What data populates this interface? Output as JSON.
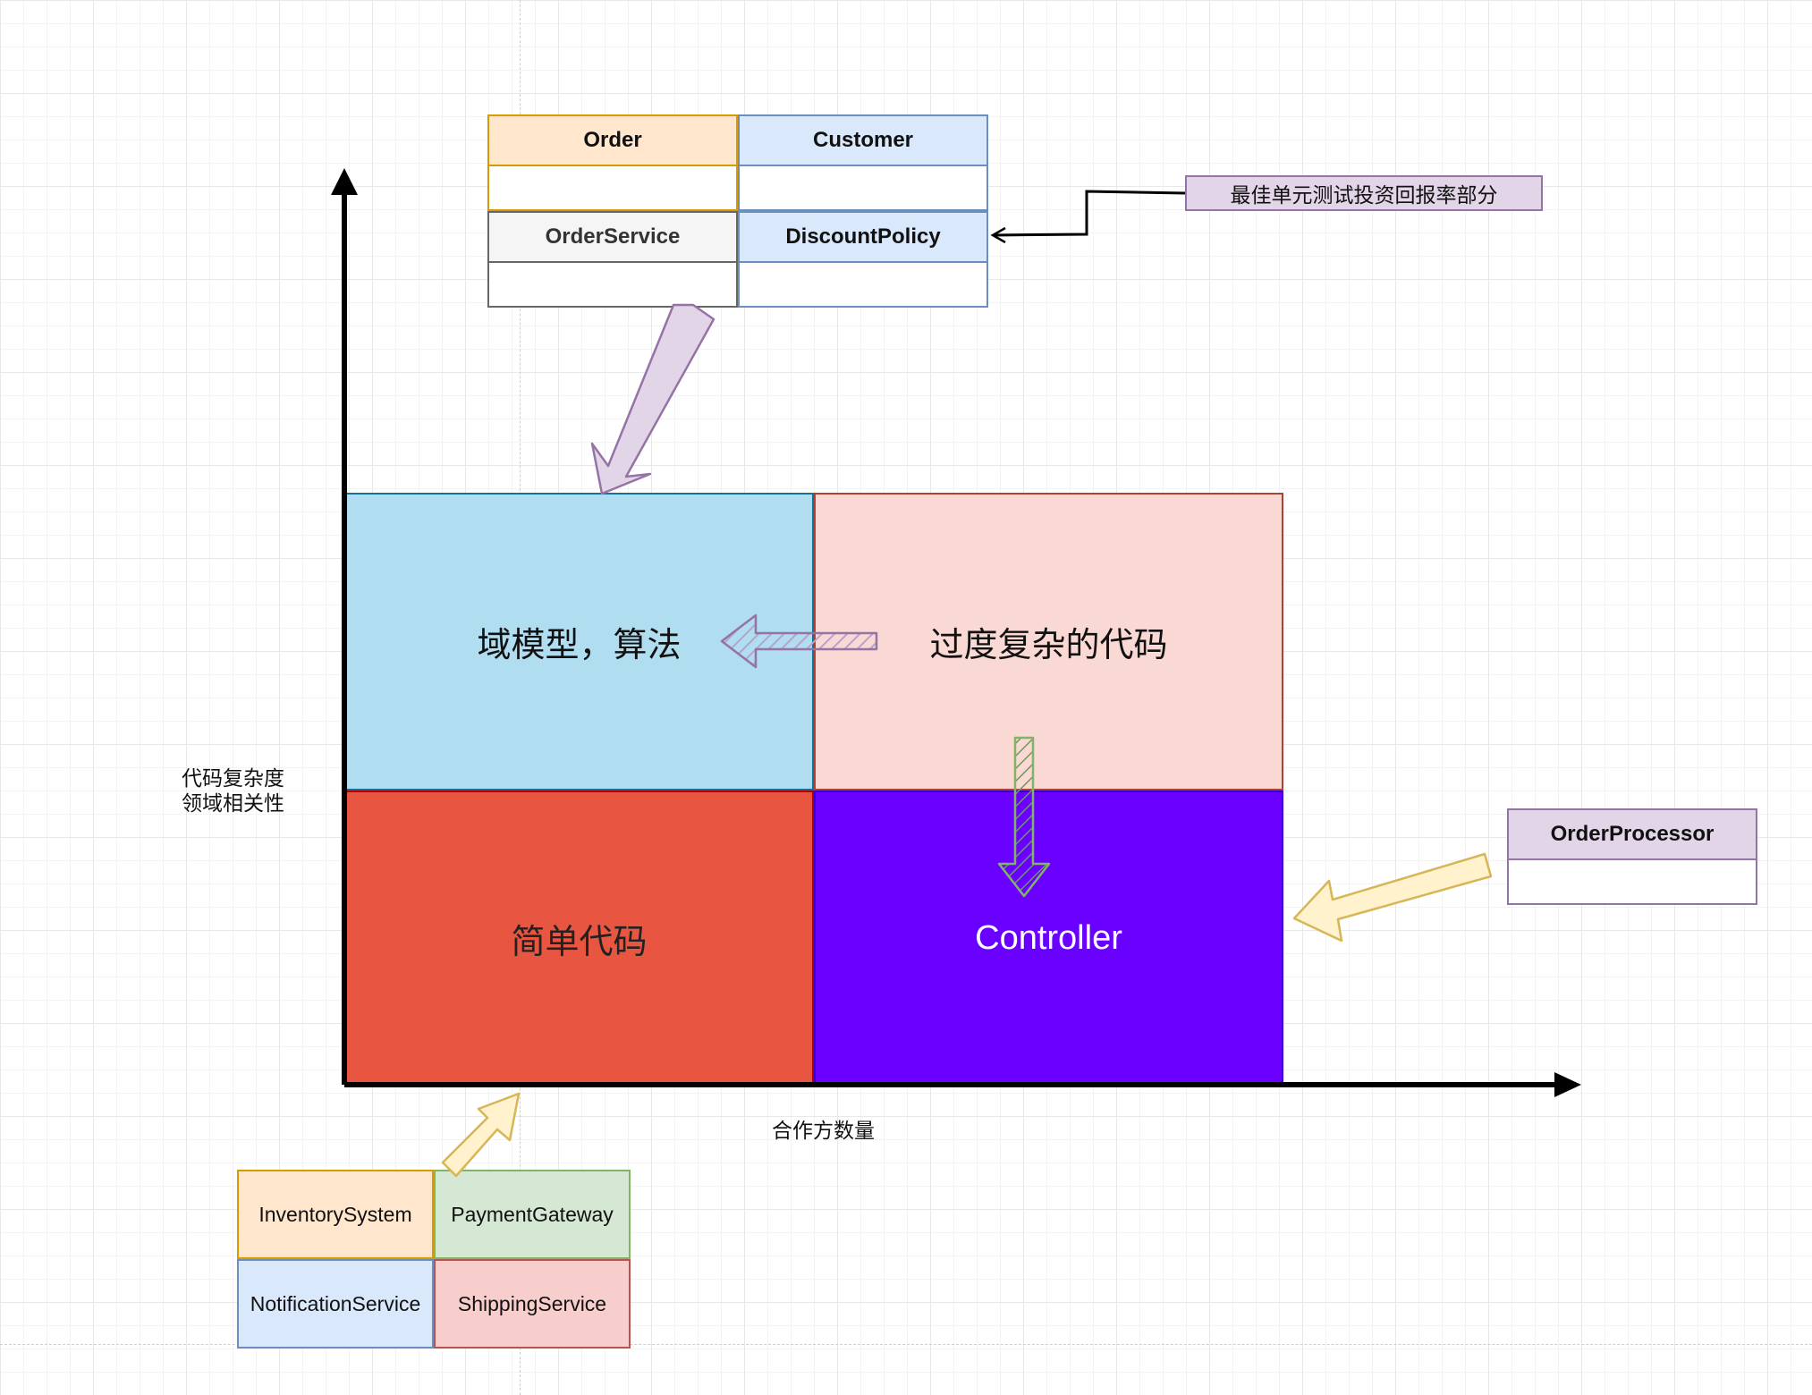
{
  "colors": {
    "orange_fill": "#ffe6cc",
    "orange_border": "#d79b00",
    "blue_fill": "#dae8fc",
    "blue_border": "#6c8ebf",
    "gray_fill": "#f5f5f5",
    "gray_border": "#666666",
    "green_fill": "#d5e8d4",
    "green_border": "#82b366",
    "red_fill": "#f8cecc",
    "red_border": "#b85450",
    "purple_fill": "#e1d5e7",
    "purple_border": "#9673a6",
    "quad_domain": "#b1ddf0",
    "quad_overcomplex": "#fad9d5",
    "quad_simple": "#e85642",
    "quad_controller": "#6a00ff",
    "yellow_fill": "#fff2cc",
    "yellow_border": "#d6b656"
  },
  "top_classes": {
    "order": "Order",
    "customer": "Customer",
    "order_service": "OrderService",
    "discount_policy": "DiscountPolicy"
  },
  "callout": "最佳单元测试投资回报率部分",
  "quadrants": {
    "domain_model": "域模型，算法",
    "over_complex": "过度复杂的代码",
    "simple_code": "简单代码",
    "controller": "Controller"
  },
  "axes": {
    "y_label_line1": "代码复杂度",
    "y_label_line2": "领域相关性",
    "x_label": "合作方数量"
  },
  "order_processor": "OrderProcessor",
  "collaborators": {
    "inventory": "InventorySystem",
    "payment": "PaymentGateway",
    "notification": "NotificationService",
    "shipping": "ShippingService"
  }
}
